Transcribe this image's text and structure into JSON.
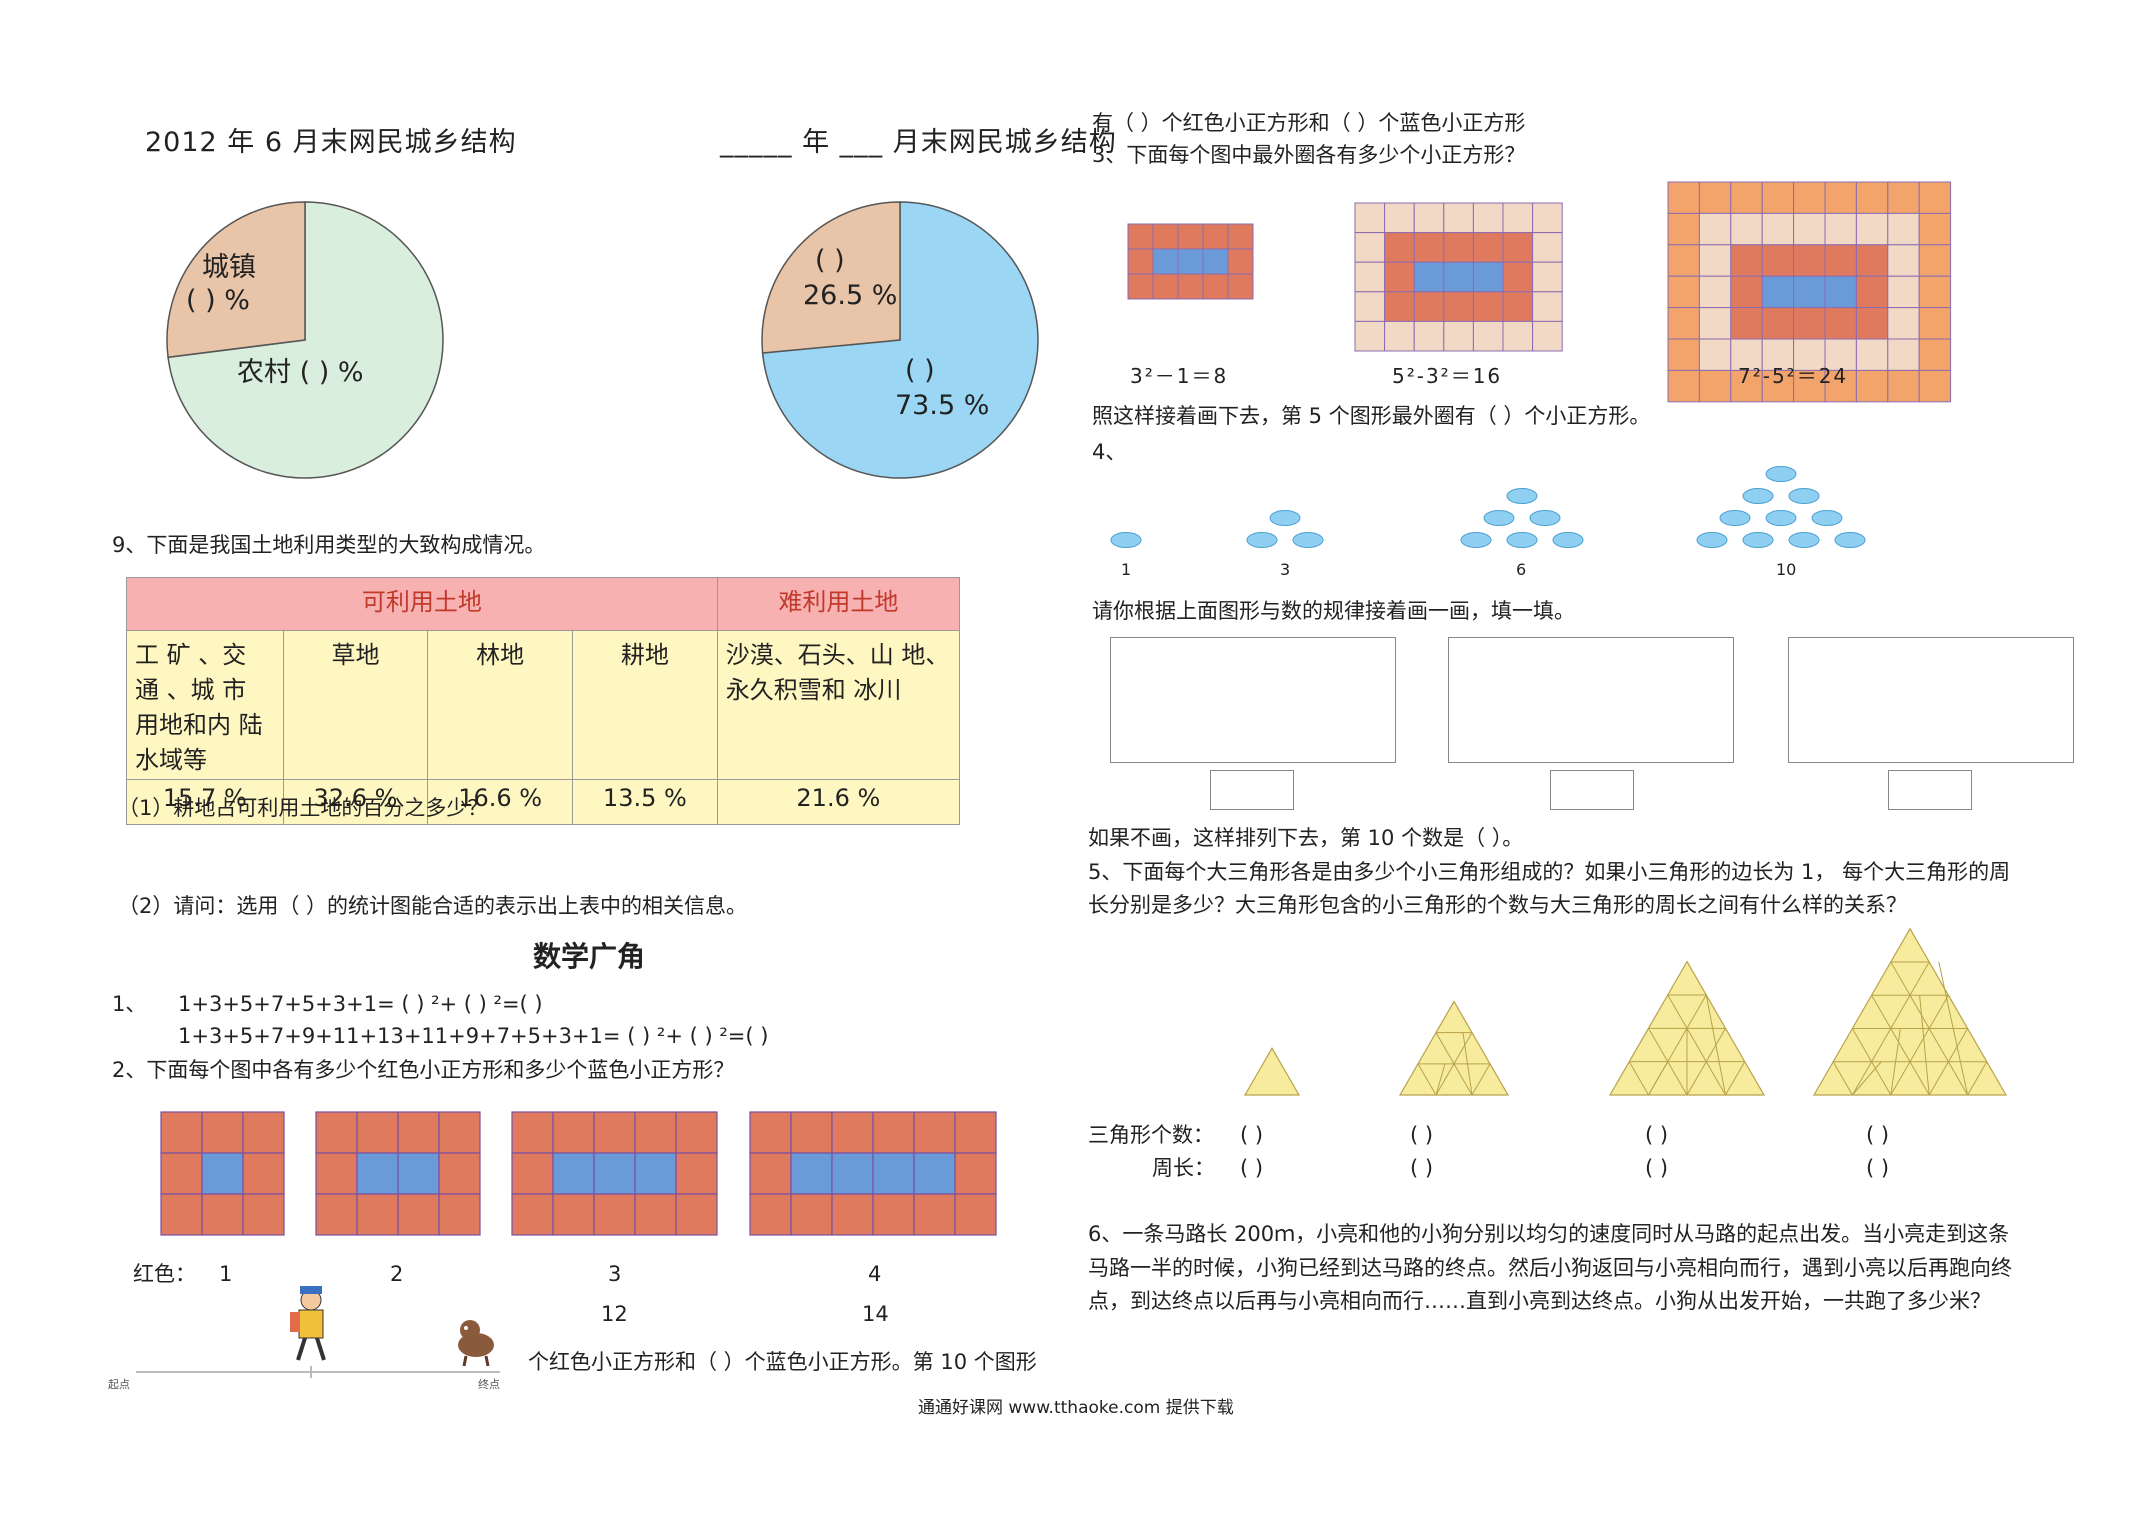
{
  "pie1": {
    "title": "2012 年 6 月末网民城乡结构",
    "town_label": "城镇",
    "town_blank": "(     ) %",
    "rural_label": "农村 (     ) %",
    "slices": [
      {
        "name": "城镇",
        "value": 27,
        "color": "#e8c4a8"
      },
      {
        "name": "农村",
        "value": 73,
        "color": "#d9eedd"
      }
    ]
  },
  "pie2": {
    "title": "_____ 年 ___ 月末网民城乡结构",
    "a_blank": "(     )",
    "a_value": "26.5 %",
    "b_blank": "(     )",
    "b_value": "73.5 %",
    "slices": [
      {
        "name": "a",
        "value": 26.5,
        "color": "#e8c4a8"
      },
      {
        "name": "b",
        "value": 73.5,
        "color": "#9bd7f5"
      }
    ]
  },
  "q9": {
    "intro": "9、下面是我国土地利用类型的大致构成情况。",
    "header_usable": "可利用土地",
    "header_hard": "难利用土地",
    "cats": [
      "工 矿 、交 通 、城 市 用地和内 陆水域等",
      "草地",
      "林地",
      "耕地",
      "沙漠、石头、山 地、永久积雪和 冰川"
    ],
    "pcts": [
      "15.7 %",
      "32.6 %",
      "16.6 %",
      "13.5 %",
      "21.6 %"
    ],
    "sub1": "（1）耕地占可利用土地的百分之多少？",
    "sub2": "（2）请问：选用（          ）的统计图能合适的表示出上表中的相关信息。"
  },
  "section_title": "数学广角",
  "q1": {
    "num": "1、",
    "line1": "1+3+5+7+5+3+1=    (            ) ²+    (            ) ²=(            )",
    "line2": "1+3+5+7+9+11+13+11+9+7+5+3+1=    (            ) ²+    (            ) ²=(            )"
  },
  "q2": {
    "text": "2、下面每个图中各有多少个红色小正方形和多少个蓝色小正方形？",
    "red_label": "红色：",
    "red_counts": [
      "1",
      "2",
      "3",
      "4"
    ],
    "extra_counts": [
      "12",
      "14"
    ],
    "cont": "个红色小正方形和（    ）个蓝色小正方形。第 10 个图形",
    "start_label": "起点",
    "end_label": "终点"
  },
  "q3": {
    "top_line": "有（     ）个红色小正方形和（    ）个蓝色小正方形",
    "text": "3、下面每个图中最外圈各有多少个小正方形？",
    "formulas": [
      "3²－1＝8",
      "5²-3²＝16",
      "7²-5²＝24"
    ],
    "follow": "照这样接着画下去，第 5 个图形最外圈有（          ）个小正方形。"
  },
  "q4": {
    "num": "4、",
    "counts": [
      "1",
      "3",
      "6",
      "10"
    ],
    "instruction": "请你根据上面图形与数的规律接着画一画，填一填。",
    "follow": "如果不画，这样排列下去，第 10 个数是（        ）。"
  },
  "q5": {
    "text1": "5、下面每个大三角形各是由多少个小三角形组成的？如果小三角形的边长为 1， 每个大三角形的周",
    "text2": "长分别是多少？大三角形包含的小三角形的个数与大三角形的周长之间有什么样的关系？",
    "count_label": "三角形个数：",
    "perim_label": "周长：",
    "blank": "(          )"
  },
  "q6": {
    "line1": "6、一条马路长 200ｍ，小亮和他的小狗分别以均匀的速度同时从马路的起点出发。当小亮走到这条",
    "line2": "马路一半的时候，小狗已经到达马路的终点。然后小狗返回与小亮相向而行，遇到小亮以后再跑向终",
    "line3": "点，到达终点以后再与小亮相向而行……直到小亮到达终点。小狗从出发开始，一共跑了多少米？"
  },
  "footer": "通通好课网  www.tthaoke.com  提供下载",
  "colors": {
    "red": "#e07a5f",
    "blue": "#6a9bd8",
    "peach": "#f6c9a6",
    "ltpeach": "#f1d9c6",
    "orange": "#f3a46b",
    "yellow": "#f7ec9d",
    "ellipse": "#8fd0f2"
  }
}
